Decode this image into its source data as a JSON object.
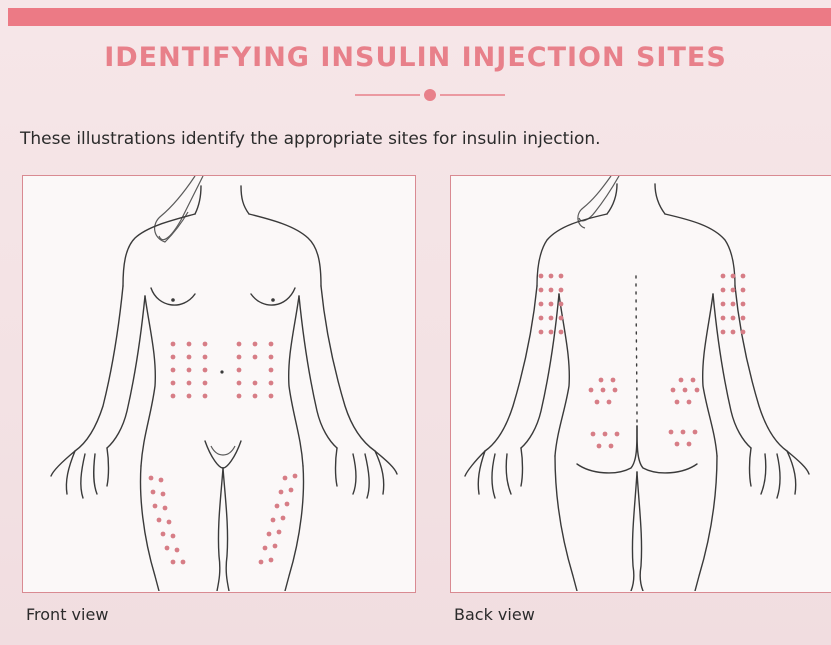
{
  "header": {
    "title": "IDENTIFYING INSULIN INJECTION SITES",
    "accent_color": "#e8808a",
    "band_color": "#ec7a85"
  },
  "intro": {
    "text": "These illustrations identify the appropriate sites for insulin injection."
  },
  "figures": {
    "front": {
      "caption": "Front view",
      "sites": [
        "abdomen",
        "left-thigh",
        "right-thigh"
      ]
    },
    "back": {
      "caption": "Back view",
      "sites": [
        "left-upper-arm",
        "right-upper-arm",
        "left-buttock",
        "right-buttock"
      ]
    },
    "site_dot_color": "#d77d86"
  }
}
